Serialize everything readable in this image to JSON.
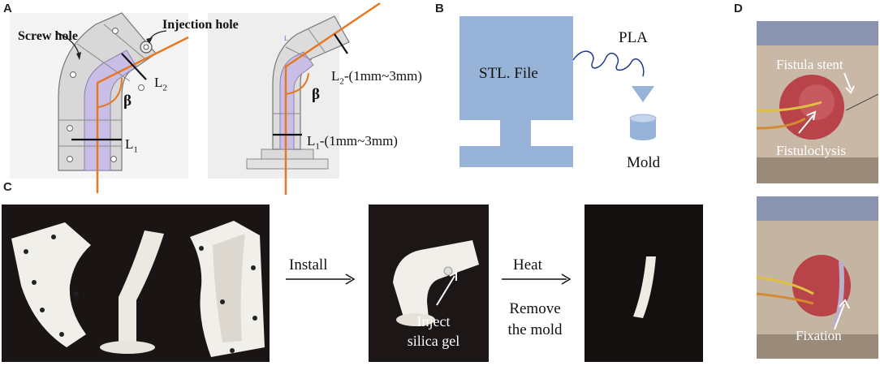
{
  "panels": {
    "a": "A",
    "b": "B",
    "c": "C",
    "d": "D"
  },
  "panel_a": {
    "screw_hole": "Screw hole",
    "injection_hole": "Injection hole",
    "l2_base": "L",
    "l2_sub": "2",
    "l1_base": "L",
    "l1_sub": "1",
    "beta": "β",
    "l2_adj_base": "L",
    "l2_adj_sub": "2",
    "l2_adj_suffix": "-(1mm~3mm)",
    "l1_adj_base": "L",
    "l1_adj_sub": "1",
    "l1_adj_suffix": "-(1mm~3mm)",
    "beta2": "β"
  },
  "panel_b": {
    "file_label": "STL. File",
    "material": "PLA",
    "mold": "Mold",
    "box_color": "#97b3d8"
  },
  "panel_c": {
    "install": "Install",
    "inject_line1": "Inject",
    "inject_line2": "silica gel",
    "heat": "Heat",
    "remove_line1": "Remove",
    "remove_line2": "the mold"
  },
  "panel_d": {
    "fistula_stent": "Fistula stent",
    "fistuloclysis": "Fistuloclysis",
    "fixation": "Fixation"
  },
  "colors": {
    "orange": "#e87722",
    "purple_fill": "#c9bfe6",
    "photo_dark": "#1a1414",
    "white_part": "#f1efea"
  }
}
